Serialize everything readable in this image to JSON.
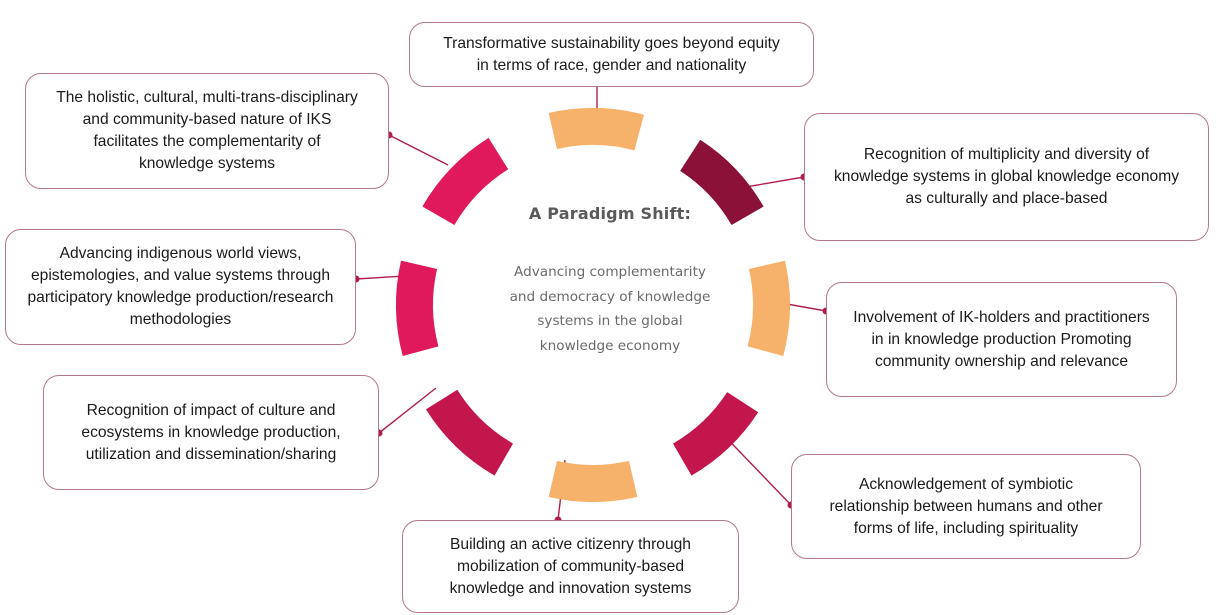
{
  "center": {
    "title": "A Paradigm Shift:",
    "subtitle": "Advancing complementarity\nand democracy of knowledge\nsystems in the global\nknowledge economy"
  },
  "colors": {
    "light_orange": "#f6b26b",
    "dark_maroon": "#8b1138",
    "pink": "#e0195c",
    "crimson": "#c2164c",
    "connector": "#b01e4e",
    "box_border": "#b2788f"
  },
  "boxes": [
    {
      "id": "top",
      "text": "Transformative  sustainability goes beyond equity\nin terms of race, gender and nationality"
    },
    {
      "id": "top-right",
      "text": "Recognition of multiplicity and diversity of\nknowledge systems in global knowledge economy\nas culturally and place-based"
    },
    {
      "id": "right",
      "text": "Involvement of IK-holders and practitioners\nin in knowledge production Promoting\ncommunity ownership and relevance"
    },
    {
      "id": "bottom-right",
      "text": "Acknowledgement  of symbiotic\nrelationship between humans and other\nforms of life, including spirituality"
    },
    {
      "id": "bottom",
      "text": "Building an active citizenry through\nmobilization of community-based\nknowledge and innovation systems"
    },
    {
      "id": "bottom-left",
      "text": "Recognition of impact of culture and\necosystems in knowledge production,\nutilization and dissemination/sharing"
    },
    {
      "id": "left",
      "text": "Advancing indigenous world views,\nepistemologies, and  value systems through\nparticipatory knowledge production/research\nmethodologies"
    },
    {
      "id": "top-left",
      "text": "The holistic, cultural, multi-trans-disciplinary\nand community-based nature of IKS\nfacilitates the complementarity of\nknowledge systems"
    }
  ],
  "segments": [
    {
      "id": "top",
      "color": "#f6b26b"
    },
    {
      "id": "top-right",
      "color": "#8b1138"
    },
    {
      "id": "right",
      "color": "#f6b26b"
    },
    {
      "id": "bottom-right",
      "color": "#c2164c"
    },
    {
      "id": "bottom",
      "color": "#f6b26b"
    },
    {
      "id": "bottom-left",
      "color": "#c2164c"
    },
    {
      "id": "left",
      "color": "#e0195c"
    },
    {
      "id": "top-left",
      "color": "#e0195c"
    }
  ]
}
